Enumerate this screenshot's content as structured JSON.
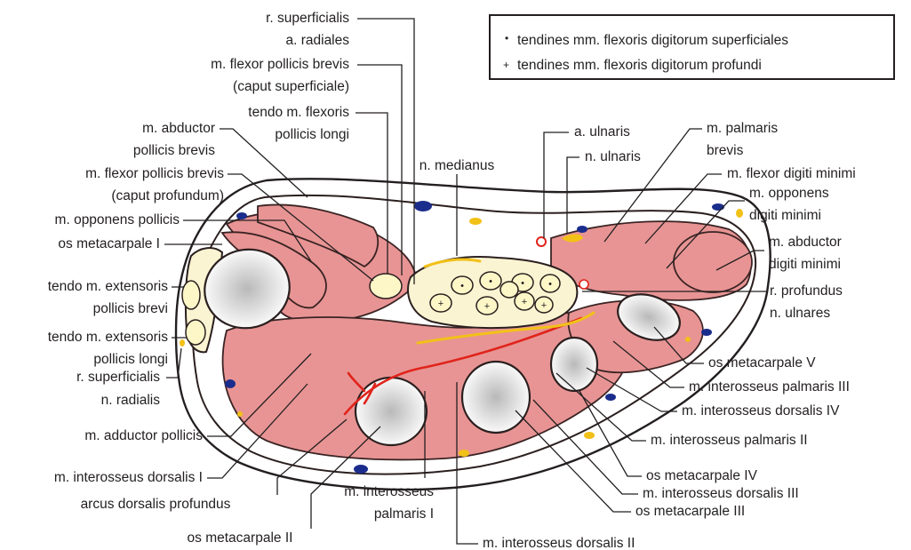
{
  "legend": {
    "superficial": "tendines mm. flexoris digitorum superficiales",
    "profundus": "tendines mm. flexoris digitorum profundi",
    "dot_symbol": "•",
    "plus_symbol": "+"
  },
  "colors": {
    "muscle": "#e89494",
    "bone_center": "#bdbdbd",
    "fat": "#fbf4d2",
    "artery": "#e0241b",
    "nerve": "#f2c118",
    "vein": "#1b2d8c"
  },
  "labels": {
    "r_superficialis_radiales_1": "r. superficialis",
    "r_superficialis_radiales_2": "a. radiales",
    "fpb_sup_1": "m. flexor pollicis brevis",
    "fpb_sup_2": "(caput superficiale)",
    "fpl_1": "tendo m. flexoris",
    "fpl_2": "pollicis longi",
    "apb_1": "m. abductor",
    "apb_2": "pollicis brevis",
    "fpb_prof_1": "m. flexor pollicis brevis",
    "fpb_prof_2": "(caput profundum)",
    "opponens_pollicis": "m. opponens pollicis",
    "os_mc_1": "os metacarpale I",
    "epb_1": "tendo m. extensoris",
    "epb_2": "pollicis brevi",
    "epl_1": "tendo m. extensoris",
    "epl_2": "pollicis longi",
    "r_sup_nrad_1": "r. superficialis",
    "r_sup_nrad_2": "n. radialis",
    "adductor_pollicis": "m. adductor pollicis",
    "id1": "m. interosseus dorsalis I",
    "arcus": "arcus dorsalis profundus",
    "os_mc_2": "os metacarpale II",
    "ip1_1": "m. interosseus",
    "ip1_2": "palmaris I",
    "id2": "m. interosseus dorsalis II",
    "os_mc_3": "os metacarpale III",
    "id3": "m. interosseus dorsalis III",
    "os_mc_4": "os metacarpale IV",
    "ip2": "m. interosseus palmaris II",
    "id4": "m. interosseus dorsalis IV",
    "ip3": "m. interosseus palmaris III",
    "os_mc_5": "os metacarpale V",
    "r_prof_1": "r. profundus",
    "r_prof_2": "n. ulnares",
    "adm_1": "m. abductor",
    "adm_2": "digiti minimi",
    "odm_1": "m. opponens",
    "odm_2": "digiti minimi",
    "fdm": "m. flexor digiti minimi",
    "pb_1": "m. palmaris",
    "pb_2": "brevis",
    "n_ulnaris": "n. ulnaris",
    "a_ulnaris": "a. ulnaris",
    "n_medianus": "n. medianus"
  }
}
